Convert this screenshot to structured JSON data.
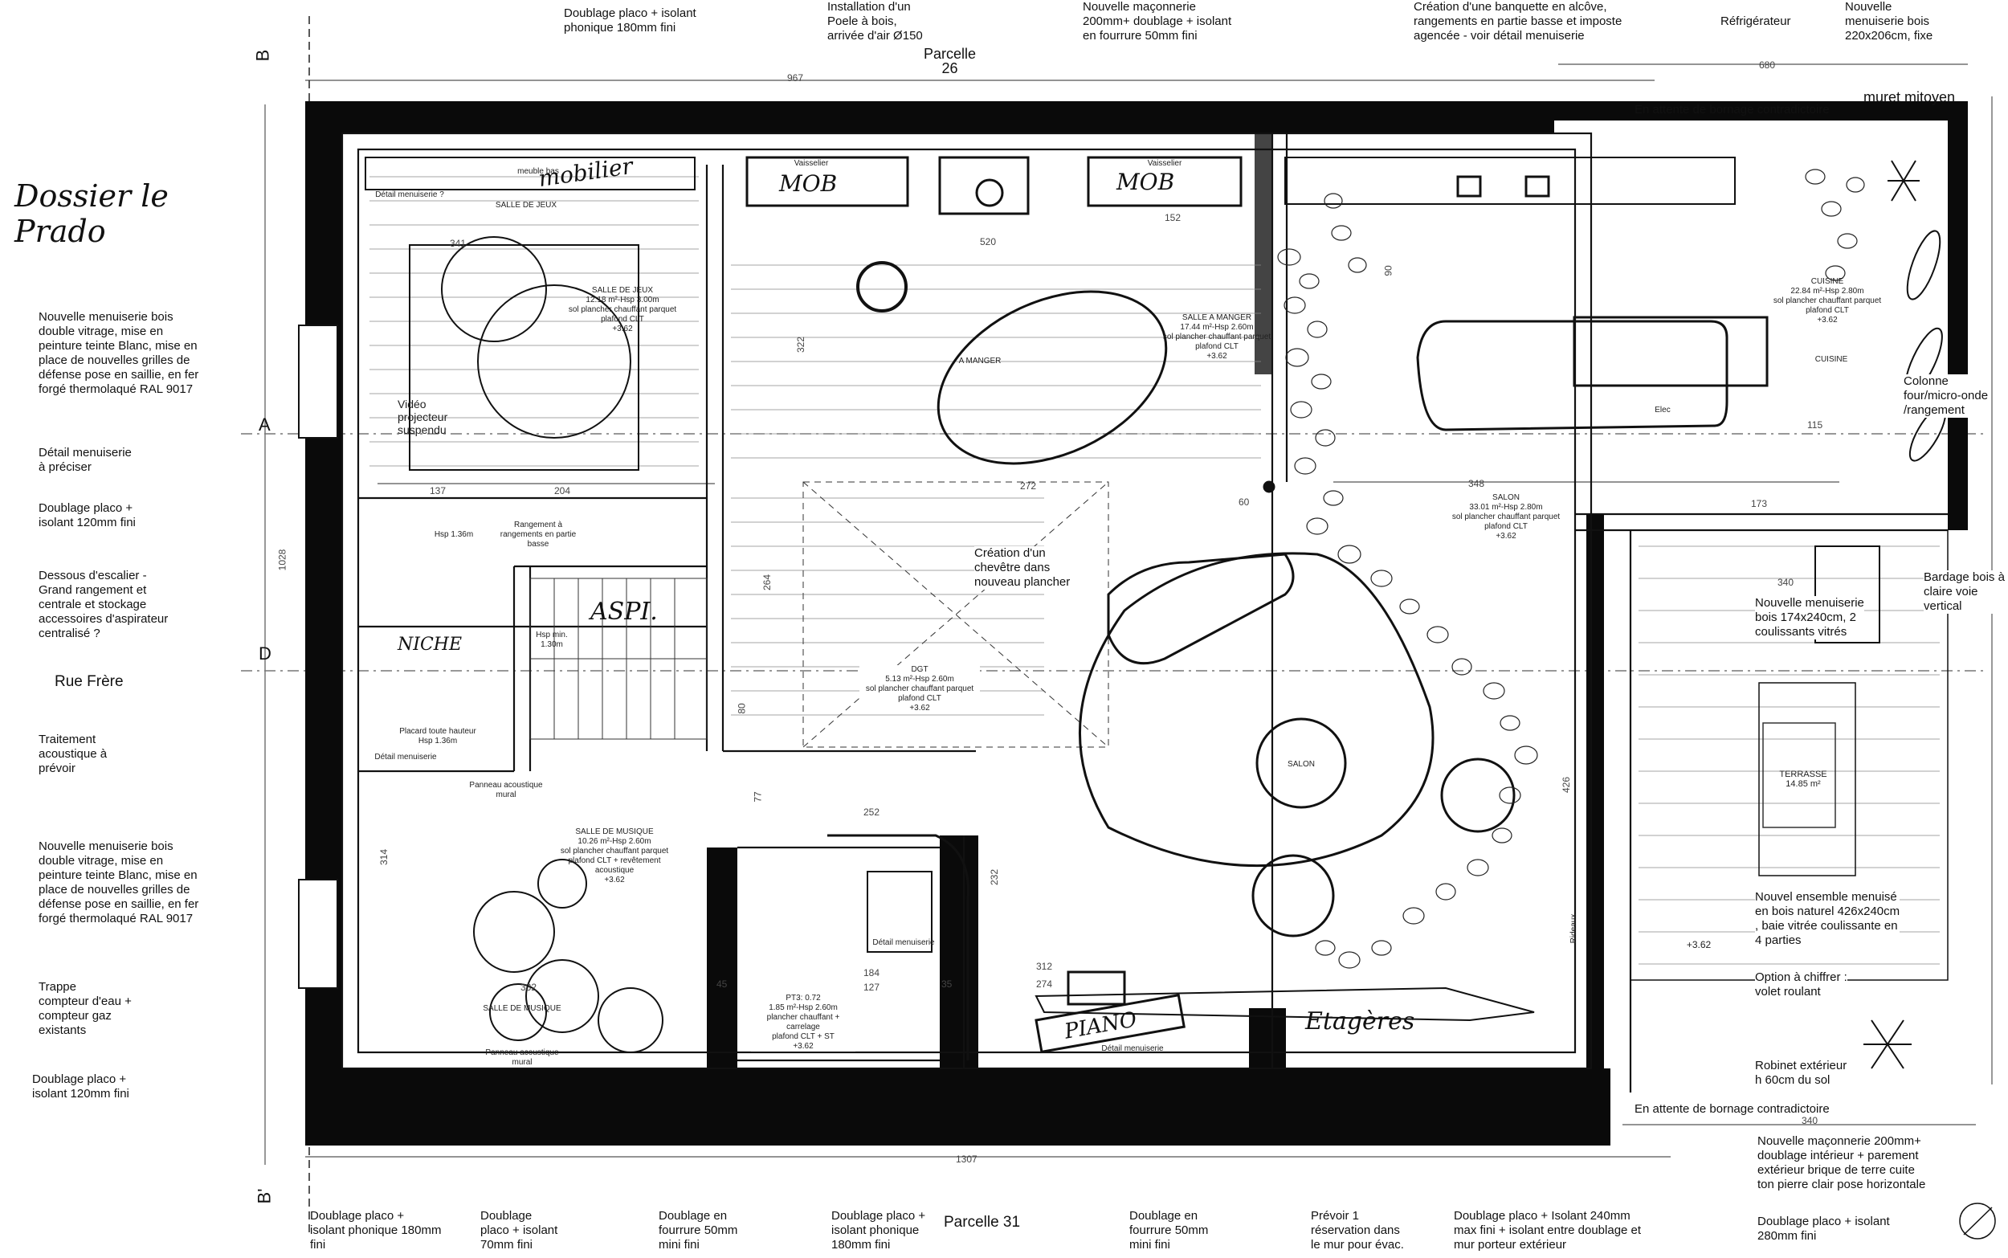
{
  "handwritten_title": "Dossier le Prado",
  "parcels": {
    "top": "Parcelle\n26",
    "bottom": "Parcelle 31"
  },
  "street": "Rue Frère",
  "neighbor_wall": "muret mitoyen",
  "boundary_top": "En attente de bornage contradictoire",
  "boundary_bottom": "En attente de bornage contradictoire",
  "section_marks": {
    "b_top": "B",
    "b_bottom": "B'",
    "a": "A",
    "d": "D"
  },
  "top_notes": [
    "Doublage placo + isolant\nphonique 180mm fini",
    "Installation d'un\nPoele à bois,\narrivée d'air Ø150",
    "Nouvelle maçonnerie\n200mm+ doublage + isolant\nen fourrure 50mm fini",
    "Création d'une banquette en alcôve,\nrangements en partie basse et imposte\nagencée - voir détail menuiserie",
    "Réfrigérateur",
    "Nouvelle\nmenuiserie bois\n220x206cm, fixe"
  ],
  "left_notes": [
    "Nouvelle menuiserie bois\ndouble vitrage, mise en\npeinture teinte Blanc, mise en\nplace de nouvelles grilles de\ndéfense pose en saillie, en fer\nforgé thermolaqué RAL 9017",
    "Détail menuiserie\nà préciser",
    "Doublage placo +\nisolant 120mm fini",
    "Dessous d'escalier -\nGrand rangement et\ncentrale et stockage\naccessoires d'aspirateur\ncentralisé ?",
    "Traitement\nacoustique à\nprévoir",
    "Nouvelle menuiserie bois\ndouble vitrage, mise en\npeinture teinte Blanc, mise en\nplace de nouvelles grilles de\ndéfense pose en saillie, en fer\nforgé thermolaqué RAL 9017",
    "Trappe\ncompteur d'eau +\ncompteur gaz\nexistants",
    "Doublage placo +\nisolant 120mm fini"
  ],
  "right_notes": [
    "Colonne\nfour/micro-onde\n/rangement",
    "Bardage bois à\nclaire voie vertical",
    "Nouvelle menuiserie\nbois 174x240cm, 2\ncoulissants vitrés",
    "Nouvel ensemble menuisé\nen bois naturel 426x240cm\n, baie vitrée coulissante en\n4 parties",
    "Option à chiffrer :\nvolet roulant",
    "Robinet extérieur\nh 60cm du sol",
    "Nouvelle maçonnerie 200mm+\ndoublage intérieur + parement\nextérieur brique de terre cuite\nton pierre clair pose horizontale"
  ],
  "bottom_notes": [
    "Doublage placo +\nisolant phonique 180mm\nfini",
    "Doublage\nplaco + isolant\n70mm fini",
    "Doublage en\nfourrure 50mm\nmini fini",
    "Doublage placo +\nisolant phonique\n180mm fini",
    "Doublage en\nfourrure 50mm\nmini fini",
    "Prévoir 1\nréservation dans\nle mur pour évac.",
    "Doublage placo + Isolant 240mm\nmax fini + isolant entre doublage et\nmur porteur extérieur",
    "Doublage placo + isolant\n280mm fini"
  ],
  "center_note": "Création d'un\nchevêtre dans\nnouveau plancher",
  "rooms": {
    "jeux": "SALLE DE JEUX\n12.18 m²-Hsp 3.00m\nsol plancher chauffant parquet\nplafond CLT\n+3.62",
    "manger": "SALLE A MANGER\n17.44 m²-Hsp 2.60m\nsol plancher chauffant parquet\nplafond CLT\n+3.62",
    "cuisine": "CUISINE\n22.84 m²-Hsp 2.80m\nsol plancher chauffant parquet\nplafond CLT\n+3.62",
    "salon": "SALON\n33.01 m²-Hsp 2.80m\nsol plancher chauffant parquet\nplafond CLT\n+3.62",
    "dgt": "DGT\n5.13 m²-Hsp 2.60m\nsol plancher chauffant parquet\nplafond CLT\n+3.62",
    "musique": "SALLE DE MUSIQUE\n10.26 m²-Hsp 2.60m\nsol plancher chauffant parquet\nplafond CLT + revêtement\nacoustique\n+3.62",
    "terrasse": "TERRASSE\n14.85 m²",
    "wc": "PT3: 0.72\n1.85 m²-Hsp 2.60m\nplancher chauffant + carrelage\nplafond CLT + ST\n+3.62"
  },
  "plan_labels": {
    "salle_de_jeux": "SALLE DE JEUX",
    "salle_de_musique": "SALLE DE MUSIQUE",
    "salon": "SALON",
    "cuisine": "CUISINE",
    "a_manger": "A MANGER",
    "video": "Vidéo\nprojecteur\nsuspendu",
    "hsp1": "Hsp 1.36m",
    "hsp130": "Hsp min.\n1.30m",
    "placard": "Placard toute hauteur\nHsp 1.36m",
    "panneau1": "Panneau acoustique\nmural",
    "panneau2": "Panneau acoustique\nmural",
    "rangement": "Rangement à\nrangements en partie\nbasse",
    "detail1": "Détail menuiserie ?",
    "detail2": "Détail menuiserie",
    "detail3": "Détail menuiserie",
    "detail4": "Détail menuiserie",
    "vaisselier1": "Vaisselier",
    "vaisselier2": "Vaisselier",
    "meuble": "meuble bas",
    "rideaux": "Rideaux",
    "level": "+3.62",
    "elec": "Elec"
  },
  "handwritten_labels": {
    "mobilier": "mobilier",
    "mob1": "MOB",
    "mob2": "MOB",
    "aspi": "ASPI.",
    "niche": "NICHE",
    "piano": "PIANO",
    "etageres": "Etagères"
  },
  "dimensions": {
    "d967": "967",
    "d680": "680",
    "d520": "520",
    "d152": "152",
    "d341": "341",
    "d137": "137",
    "d204": "204",
    "d272": "272",
    "d252": "252",
    "d348": "348",
    "d173": "173",
    "d340a": "340",
    "d340b": "340",
    "d332": "332",
    "d1307": "1307",
    "d1028": "1028",
    "d312": "312",
    "d274": "274",
    "d232": "232",
    "d426": "426",
    "d264": "264",
    "d322": "322",
    "d314": "314",
    "d45a": "45",
    "d35": "35",
    "d60": "60",
    "d90": "90",
    "d77": "77",
    "d80": "80",
    "d115": "115",
    "d184": "184",
    "d127": "127"
  }
}
